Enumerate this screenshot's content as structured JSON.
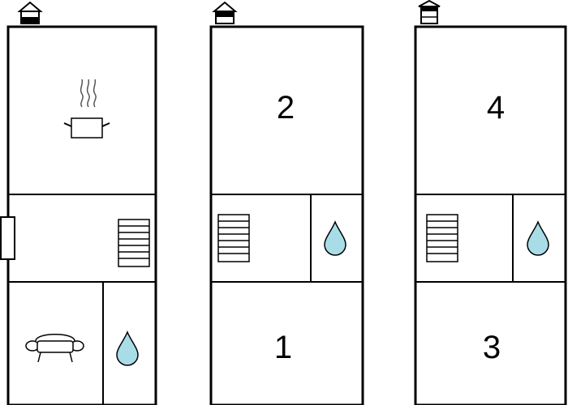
{
  "floors": [
    {
      "name": "ground-floor",
      "floor_icon": "house-ground-floor-icon",
      "rooms": [
        {
          "type": "kitchen",
          "icon": "cooking-pot-icon",
          "label": ""
        },
        {
          "type": "hallway-stairs",
          "icon": "stairs-icon",
          "label": ""
        },
        {
          "type": "living-room",
          "icon": "sofa-icon",
          "label": ""
        },
        {
          "type": "bathroom",
          "icon": "water-drop-icon",
          "label": ""
        }
      ]
    },
    {
      "name": "first-floor",
      "floor_icon": "house-first-floor-icon",
      "rooms": [
        {
          "type": "bedroom",
          "icon": "",
          "label": "2"
        },
        {
          "type": "stairs",
          "icon": "stairs-icon",
          "label": ""
        },
        {
          "type": "bathroom",
          "icon": "water-drop-icon",
          "label": ""
        },
        {
          "type": "bedroom",
          "icon": "",
          "label": "1"
        }
      ]
    },
    {
      "name": "second-floor",
      "floor_icon": "house-second-floor-icon",
      "rooms": [
        {
          "type": "bedroom",
          "icon": "",
          "label": "4"
        },
        {
          "type": "stairs",
          "icon": "stairs-icon",
          "label": ""
        },
        {
          "type": "bathroom",
          "icon": "water-drop-icon",
          "label": ""
        },
        {
          "type": "bedroom",
          "icon": "",
          "label": "3"
        }
      ]
    }
  ],
  "colors": {
    "wall": "#000000",
    "water": "#a8dde8"
  }
}
